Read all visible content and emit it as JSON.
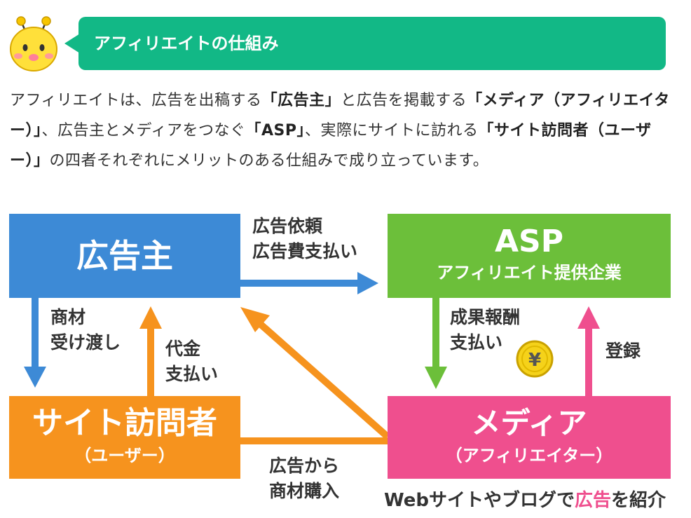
{
  "header": {
    "title": "アフィリエイトの仕組み"
  },
  "intro": {
    "t1": "アフィリエイトは、広告を出稿する",
    "b1": "「広告主」",
    "t2": "と広告を掲載する",
    "b2": "「メディア（アフィリエイター）」",
    "t3": "、広告主とメディアをつなぐ",
    "b3": "「ASP」",
    "t4": "、実際にサイトに訪れる",
    "b4": "「サイト訪問者（ユーザー）」",
    "t5": "の四者それぞれにメリットのある仕組みで成り立っています。"
  },
  "diagram": {
    "advertiser": {
      "label": "広告主"
    },
    "asp": {
      "label": "ASP",
      "sub": "アフィリエイト提供企業"
    },
    "visitor": {
      "label": "サイト訪問者",
      "sub": "（ユーザー）"
    },
    "media": {
      "label": "メディア",
      "sub": "（アフィリエイター）"
    },
    "labels": {
      "request_1": "広告依頼",
      "request_2": "広告費支払い",
      "goods_1": "商材",
      "goods_2": "受け渡し",
      "pay_1": "代金",
      "pay_2": "支払い",
      "reward_1": "成果報酬",
      "reward_2": "支払い",
      "register": "登録",
      "buy_1": "広告から",
      "buy_2": "商材購入"
    },
    "coin_symbol": "¥",
    "caption": {
      "pre": "Webサイトやブログで",
      "highlight": "広告",
      "post": "を紹介"
    },
    "colors": {
      "advertiser": "#3d8ad6",
      "asp": "#6cbf3a",
      "visitor": "#f6931e",
      "media": "#ef4f8e",
      "header": "#12b886"
    }
  }
}
